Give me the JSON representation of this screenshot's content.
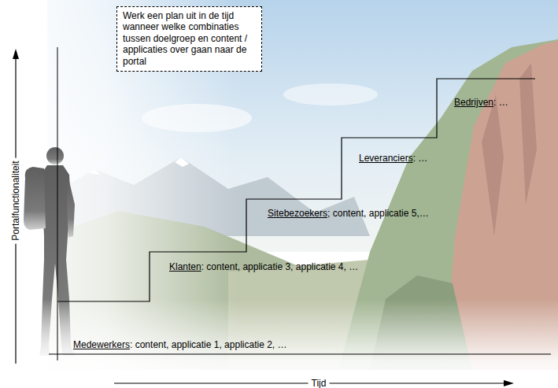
{
  "diagram": {
    "nodes": [
      {
        "text": [
          "Werk een plan uit in de tijd wanneer welke combinaties tussen doelgroep en content / applicaties over gaan naar de portal"
        ]
      }
    ],
    "labels": [
      "Medewerkers",
      ": content, applicatie 1, applicatie 2, …",
      "Klanten",
      ": content, applicatie 3, applicatie 4, …",
      "Sitebezoekers",
      "; content, applicatie 5,…",
      "Leveranciers",
      ": …",
      "Bedrijven",
      ": …",
      "Portalfunctionaliteit",
      "Tijd"
    ]
  }
}
